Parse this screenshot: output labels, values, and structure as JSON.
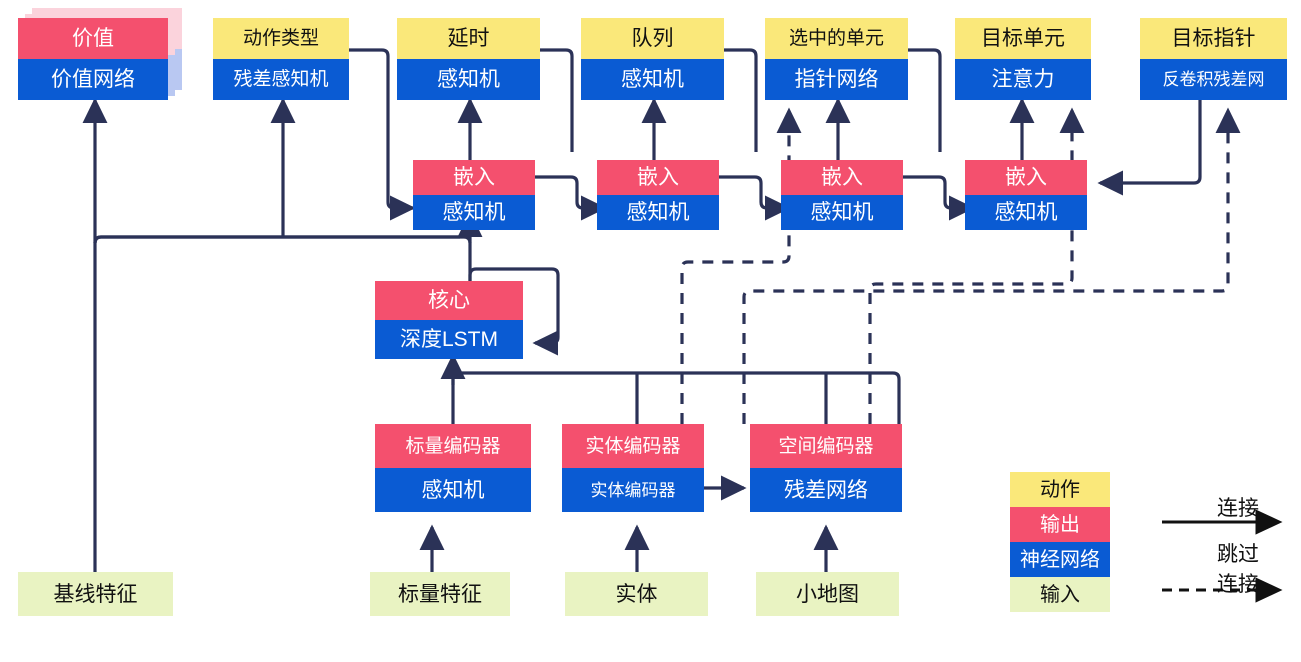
{
  "diagram": {
    "title": "AlphaStar-style agent network architecture",
    "colors": {
      "action": "#FAE87A",
      "output": "#F4506E",
      "network": "#0A5BD3",
      "input": "#E9F3C2",
      "wire": "#2B3257",
      "background": "#FFFFFF"
    }
  },
  "head_nodes": [
    {
      "action": "价值",
      "network": "价值网络"
    },
    {
      "action": "动作类型",
      "network": "残差感知机"
    },
    {
      "action": "延时",
      "network": "感知机"
    },
    {
      "action": "队列",
      "network": "感知机"
    },
    {
      "action": "选中的单元",
      "network": "指针网络"
    },
    {
      "action": "目标单元",
      "network": "注意力"
    },
    {
      "action": "目标指针",
      "network": "反卷积残差网"
    }
  ],
  "embed_nodes": [
    {
      "output": "嵌入",
      "network": "感知机"
    },
    {
      "output": "嵌入",
      "network": "感知机"
    },
    {
      "output": "嵌入",
      "network": "感知机"
    },
    {
      "output": "嵌入",
      "network": "感知机"
    }
  ],
  "core_node": {
    "output": "核心",
    "network": "深度LSTM"
  },
  "encoder_nodes": [
    {
      "output": "标量编码器",
      "network": "感知机"
    },
    {
      "output": "实体编码器",
      "network": "实体编码器"
    },
    {
      "output": "空间编码器",
      "network": "残差网络"
    }
  ],
  "input_nodes": [
    {
      "label": "基线特征"
    },
    {
      "label": "标量特征"
    },
    {
      "label": "实体"
    },
    {
      "label": "小地图"
    }
  ],
  "legend": {
    "swatches": [
      {
        "label": "动作",
        "kind": "action"
      },
      {
        "label": "输出",
        "kind": "output"
      },
      {
        "label": "神经网络",
        "kind": "network"
      },
      {
        "label": "输入",
        "kind": "input"
      }
    ],
    "edges": [
      {
        "label": "连接",
        "style": "solid"
      },
      {
        "label": "跳过\n连接",
        "style": "dashed"
      }
    ],
    "edge_solid_label": "连接",
    "edge_dashed_label_1": "跳过",
    "edge_dashed_label_2": "连接"
  }
}
